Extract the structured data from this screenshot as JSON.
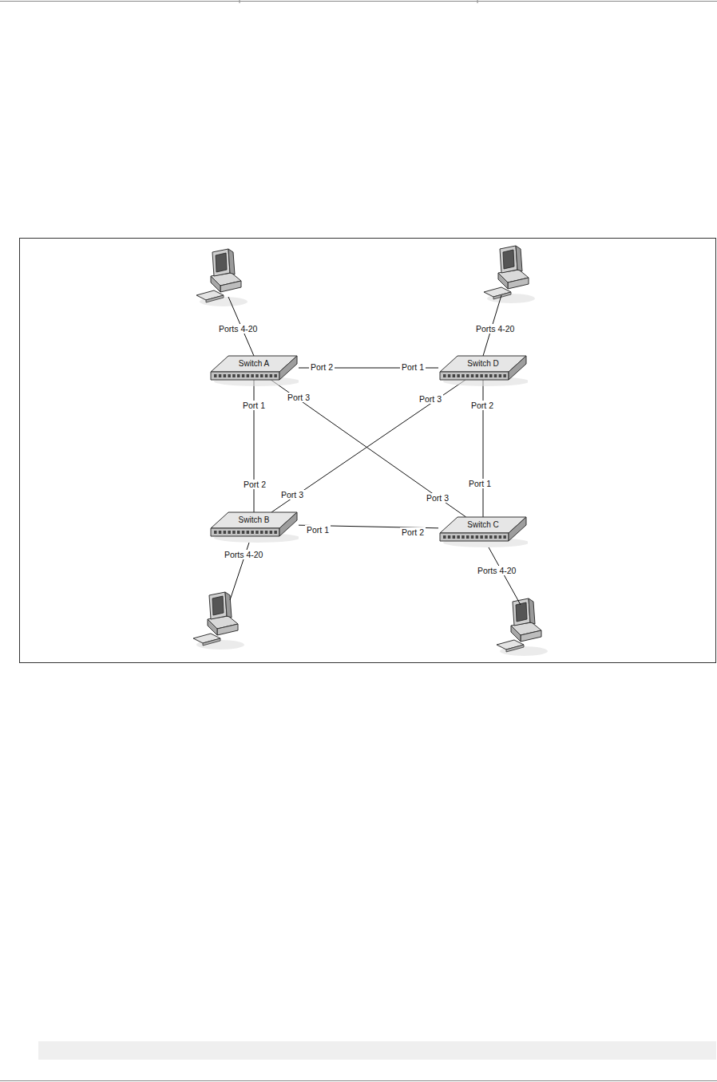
{
  "diagram": {
    "nodes": [
      {
        "text": [
          "Switch A"
        ]
      },
      {
        "text": [
          "Switch D"
        ]
      },
      {
        "text": [
          "Switch B"
        ]
      },
      {
        "text": [
          "Switch C"
        ]
      }
    ],
    "edges": [
      {
        "from": 0,
        "to": 1,
        "arrow": "none"
      },
      {
        "from": 0,
        "to": 2,
        "arrow": "none"
      },
      {
        "from": 0,
        "to": 3,
        "arrow": "none"
      },
      {
        "from": 1,
        "to": 2,
        "arrow": "none"
      },
      {
        "from": 1,
        "to": 3,
        "arrow": "none"
      },
      {
        "from": 2,
        "to": 3,
        "arrow": "none"
      }
    ],
    "labels": [
      "Ports 4-20",
      "Ports 4-20",
      "Port 2",
      "Port 1",
      "Port 3",
      "Port 3",
      "Port 1",
      "Port 2",
      "Port 2",
      "Port 1",
      "Port 3",
      "Port 3",
      "Port 1",
      "Port 2",
      "Ports 4-20",
      "Ports 4-20"
    ]
  }
}
